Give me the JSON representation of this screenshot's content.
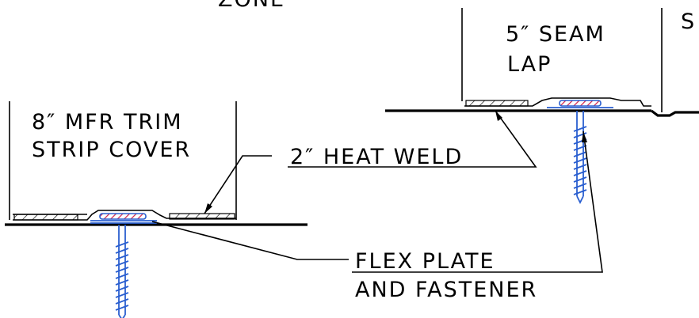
{
  "labels": {
    "zone_fragment": "ZONE",
    "s_fragment": "S",
    "seam_lap_line1": "5″ SEAM",
    "seam_lap_line2": "LAP",
    "trim_strip_line1": "8″ MFR TRIM",
    "trim_strip_line2": "STRIP COVER",
    "heat_weld": "2″ HEAT WELD",
    "flex_plate_line1": "FLEX PLATE",
    "flex_plate_line2": "AND FASTENER"
  },
  "colors": {
    "line": "#000000",
    "fastener": "#2a5fd0",
    "weld": "#d0204a"
  }
}
